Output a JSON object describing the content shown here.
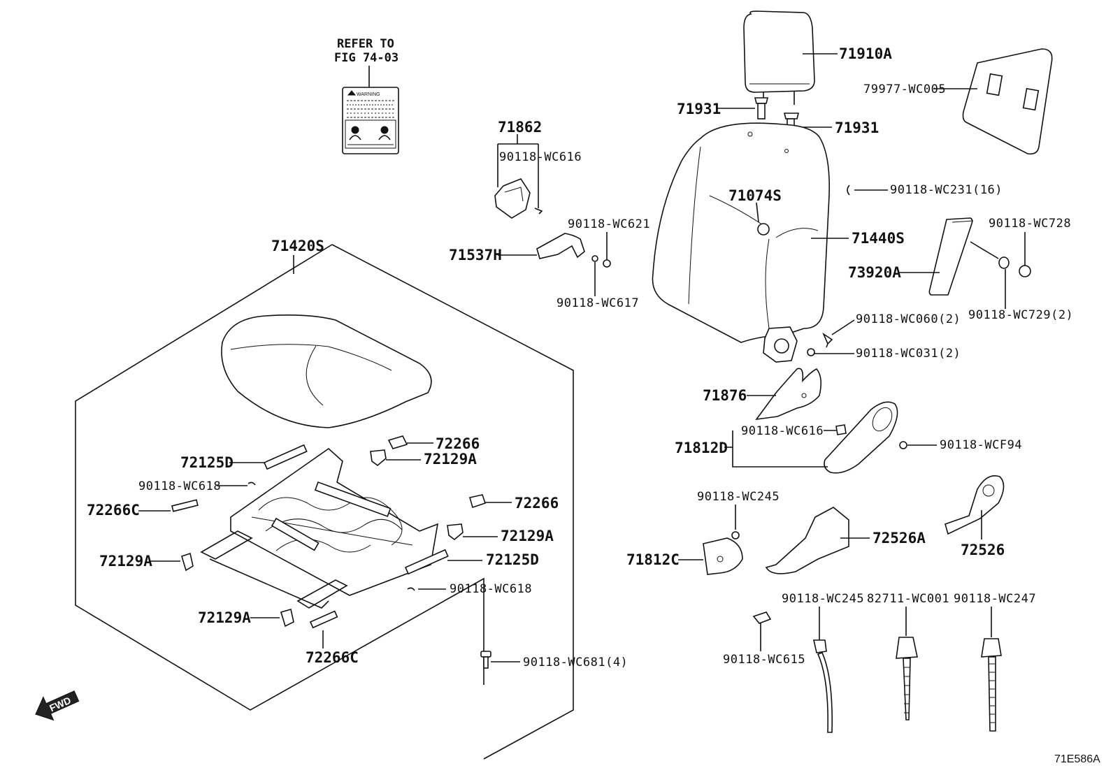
{
  "reference_note": {
    "line1": "REFER TO",
    "line2": "FIG 74-03"
  },
  "warning_label_text": "WARNING",
  "fwd_label": "FWD",
  "diagram_code": "71E586A",
  "labels": {
    "p71910A": "71910A",
    "p79977": "79977-WC005",
    "p71931a": "71931",
    "p71931b": "71931",
    "p71862": "71862",
    "p90118_616a": "90118-WC616",
    "p90118_231": "90118-WC231(16)",
    "p71074S": "71074S",
    "p90118_621": "90118-WC621",
    "p71440S": "71440S",
    "p90118_728": "90118-WC728",
    "p71537H": "71537H",
    "p73920A": "73920A",
    "p90118_617": "90118-WC617",
    "p90118_729": "90118-WC729(2)",
    "p90118_060": "90118-WC060(2)",
    "p90118_031": "90118-WC031(2)",
    "p71420S": "71420S",
    "p71876": "71876",
    "p90118_616b": "90118-WC616",
    "p71812D": "71812D",
    "p90118_F94": "90118-WCF94",
    "p72266a": "72266",
    "p72125Da": "72125D",
    "p72129Aa": "72129A",
    "p90118_618a": "90118-WC618",
    "p72266C_a": "72266C",
    "p72266b": "72266",
    "p90118_245a": "90118-WC245",
    "p72129Ab": "72129A",
    "p72526A": "72526A",
    "p72526": "72526",
    "p72129Ac": "72129A",
    "p72125Db": "72125D",
    "p71812C": "71812C",
    "p90118_618b": "90118-WC618",
    "p90118_245b": "90118-WC245",
    "p82711": "82711-WC001",
    "p90118_247": "90118-WC247",
    "p72129Ad": "72129A",
    "p90118_615": "90118-WC615",
    "p72266C_b": "72266C",
    "p90118_681": "90118-WC681(4)"
  }
}
